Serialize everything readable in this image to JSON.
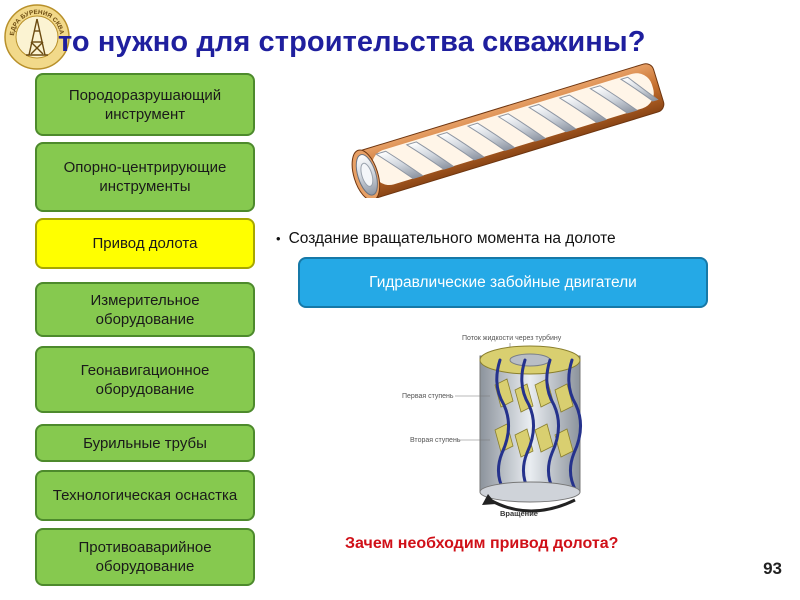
{
  "title": "то нужно для строительства скважины?",
  "logo_text": "КАФЕДРА БУРЕНИЯ СКВАЖИН",
  "menu": [
    {
      "label": "Породоразрушающий инструмент"
    },
    {
      "label": "Опорно-центрирующие инструменты"
    },
    {
      "label": "Привод долота",
      "active": true
    },
    {
      "label": "Измерительное оборудование"
    },
    {
      "label": "Геонавигационное оборудование"
    },
    {
      "label": "Бурильные трубы"
    },
    {
      "label": "Технологическая оснастка"
    },
    {
      "label": "Противоаварийное оборудование"
    }
  ],
  "bullet_text": "Создание вращательного момента на долоте",
  "bullet_marker": "•",
  "hydro_button": "Гидравлические забойные двигатели",
  "turbine": {
    "flow_label": "Поток жидкости через турбину",
    "stage1_label": "Первая ступень",
    "stage2_label": "Вторая ступень",
    "rotation_label": "Вращение"
  },
  "question": "Зачем необходим привод долота?",
  "page_number": "93",
  "colors": {
    "title": "#1f1f9e",
    "menu_green": "#86c94f",
    "menu_active": "#ffff00",
    "hydro_blue": "#25a9e6",
    "question_red": "#d01018"
  }
}
